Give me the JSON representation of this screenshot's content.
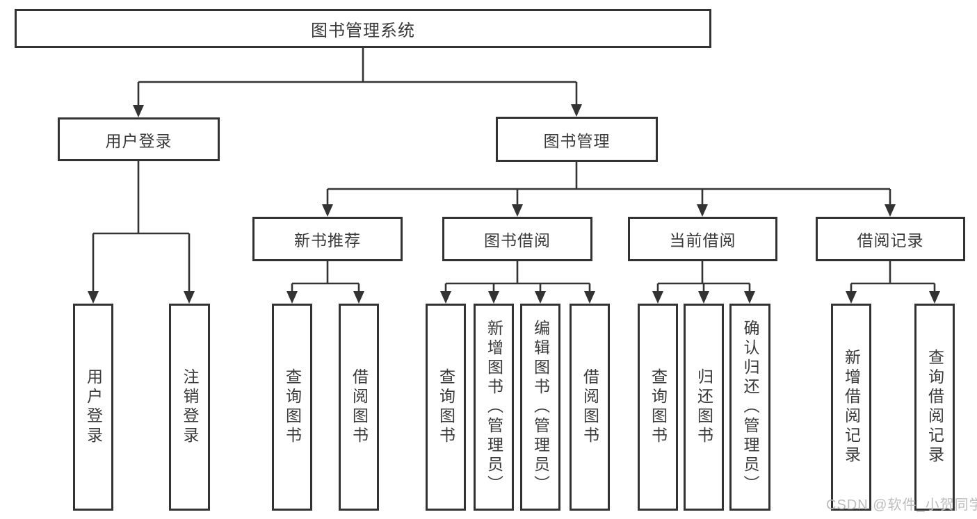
{
  "tree": {
    "root": {
      "label": "图书管理系统"
    },
    "children": [
      {
        "label": "用户登录",
        "children": [
          {
            "label": "用户登录"
          },
          {
            "label": "注销登录"
          }
        ]
      },
      {
        "label": "图书管理",
        "children": [
          {
            "label": "新书推荐",
            "children": [
              {
                "label": "查询图书"
              },
              {
                "label": "借阅图书"
              }
            ]
          },
          {
            "label": "图书借阅",
            "children": [
              {
                "label": "查询图书"
              },
              {
                "label": "新增图书（管理员）"
              },
              {
                "label": "编辑图书（管理员）"
              },
              {
                "label": "借阅图书"
              }
            ]
          },
          {
            "label": "当前借阅",
            "children": [
              {
                "label": "查询图书"
              },
              {
                "label": "归还图书"
              },
              {
                "label": "确认归还（管理员）"
              }
            ]
          },
          {
            "label": "借阅记录",
            "children": [
              {
                "label": "新增借阅记录"
              },
              {
                "label": "查询借阅记录"
              }
            ]
          }
        ]
      }
    ]
  },
  "watermark": {
    "text": "CSDN @软件_小贺同学"
  },
  "colors": {
    "line": "#333333",
    "border": "#333333",
    "text": "#3a3a3a",
    "watermark": "#bdbdbd",
    "background": "#ffffff"
  }
}
